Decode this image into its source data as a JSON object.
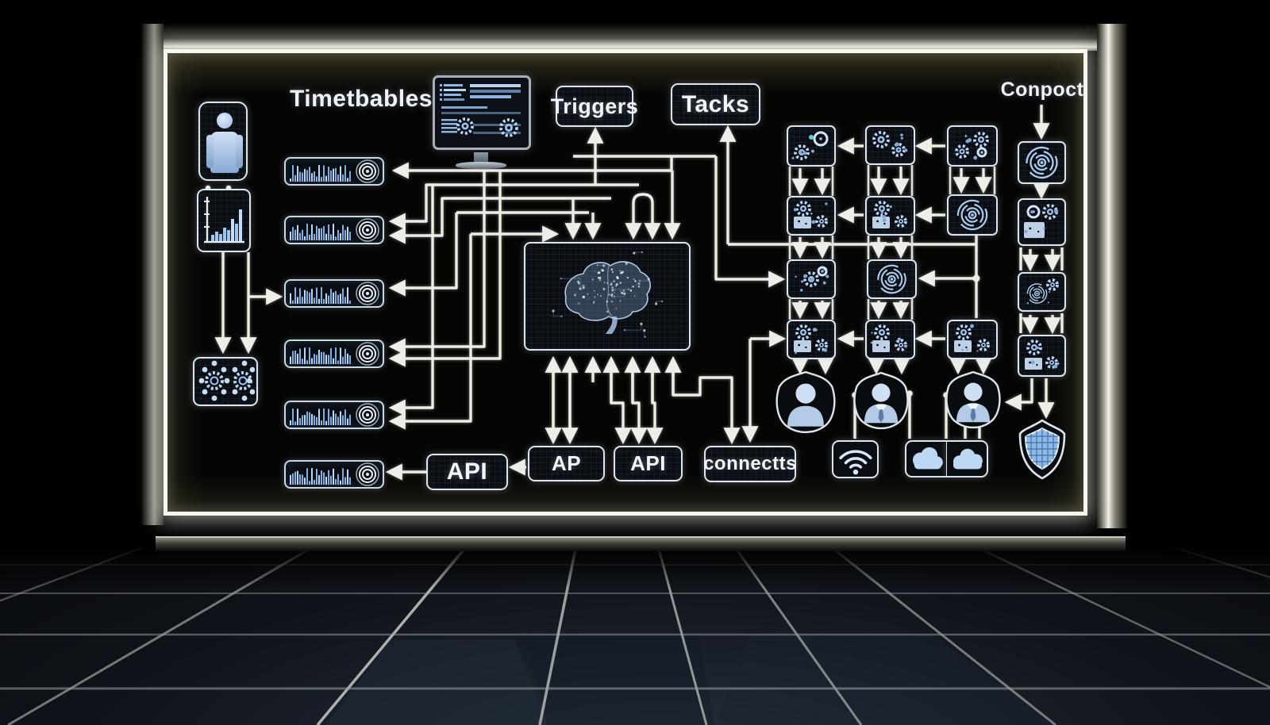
{
  "colors": {
    "panel_background": "#050504",
    "glow_white": "#f8f8ef",
    "wire_white": "#eceee6",
    "accent_blue": "#9cc3ee",
    "icon_blue_light": "#cde2f9",
    "text_white": "#f2f6fa"
  },
  "labels": {
    "timetables": "Timetbables",
    "triggers": "Triggers",
    "tasks": "Tacks",
    "connect": "Conpoct",
    "api_left": "API",
    "ap": "AP",
    "api_center": "API",
    "connects": "connectts"
  },
  "icons": [
    "person-icon",
    "bar-chart-icon",
    "gear-cluster-icon",
    "monitor-icon",
    "brain-icon",
    "waveform-target-icon",
    "gears-node-icon",
    "spiral-node-icon",
    "user-avatar-icon",
    "wifi-icon",
    "cloud-icon",
    "shield-icon"
  ]
}
